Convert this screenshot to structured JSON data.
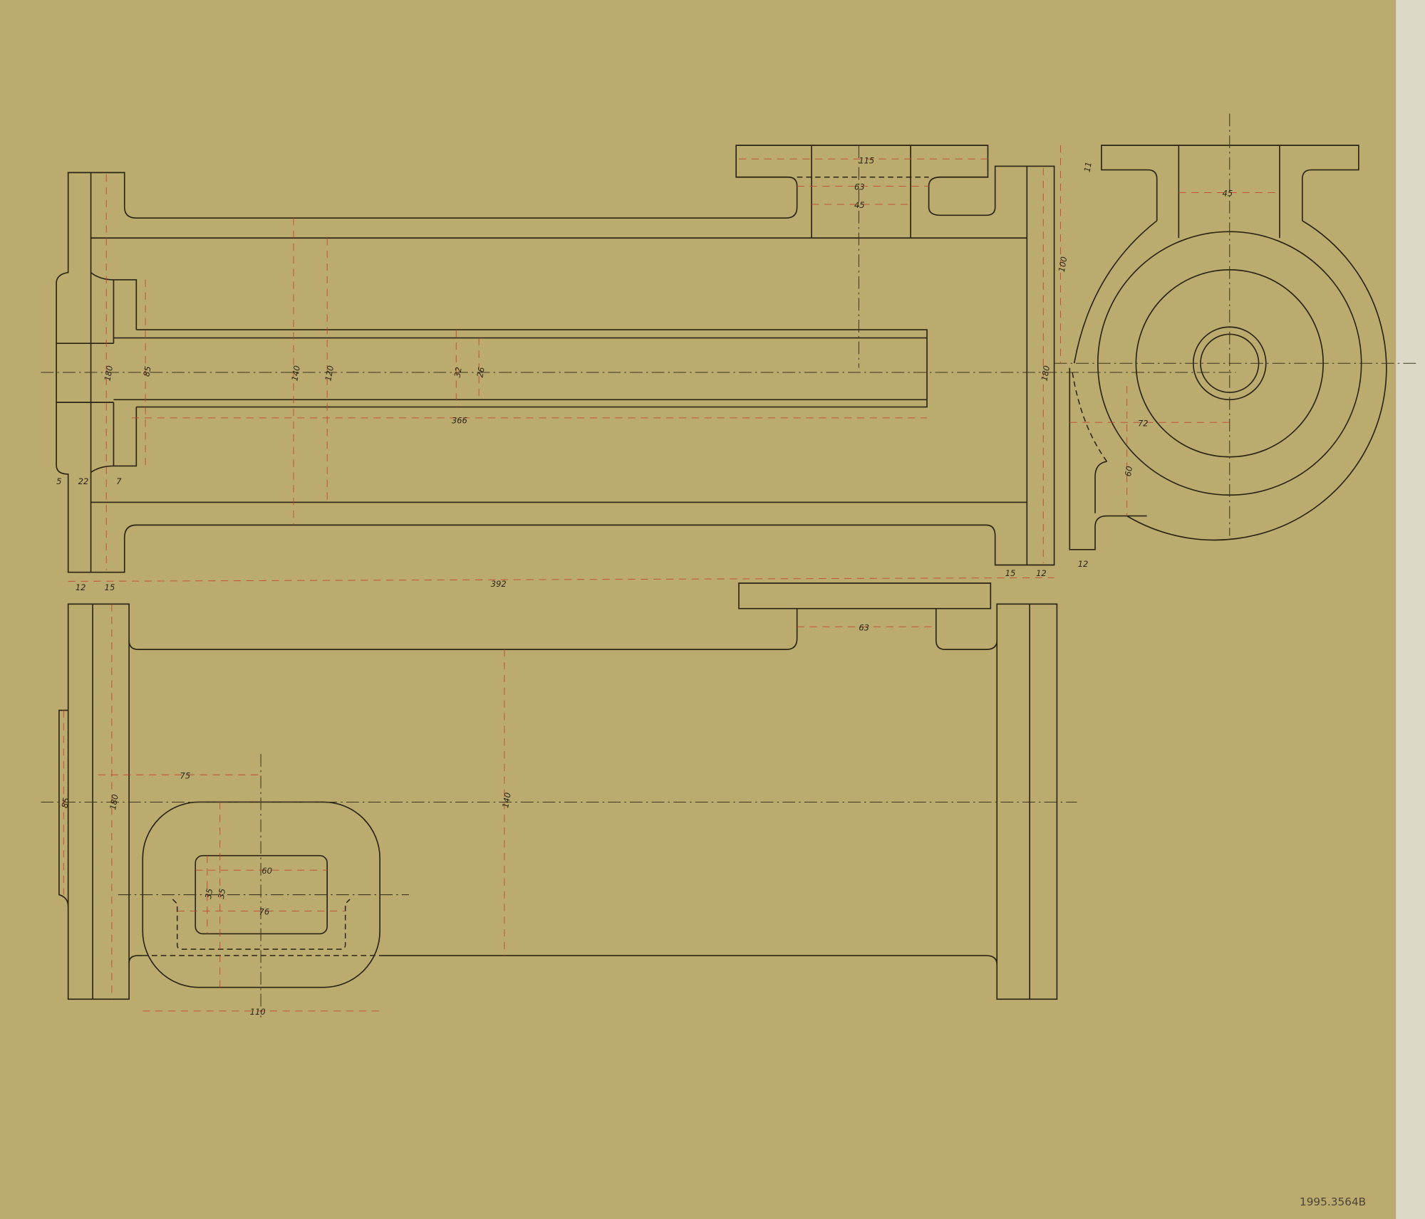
{
  "colors": {
    "paper": "#bcab6e",
    "ink": "#2a2414",
    "dimension": "#c0442e"
  },
  "top_view": {
    "bracket": {
      "d115": "115",
      "d63": "63",
      "d45": "45"
    },
    "d180_flange": "180",
    "d85": "85",
    "d140": "140",
    "d120": "120",
    "d32": "32",
    "d26": "26",
    "d366": "366",
    "d392": "392",
    "d5": "5",
    "d22": "22",
    "d7": "7",
    "d12_left": "12",
    "d15_left": "15",
    "d15_right": "15",
    "d12_right": "12",
    "d180_right": "180"
  },
  "side_view": {
    "d11": "11",
    "d100": "100",
    "d45": "45",
    "d72": "72",
    "d60": "60",
    "d12": "12"
  },
  "bottom_view": {
    "d85": "85",
    "d180": "180",
    "d75": "75",
    "d60": "60",
    "d35a": "35",
    "d35b": "35",
    "d76": "76",
    "d110": "110",
    "d140": "140",
    "d63": "63"
  },
  "catalog_number": "1995.3564B"
}
